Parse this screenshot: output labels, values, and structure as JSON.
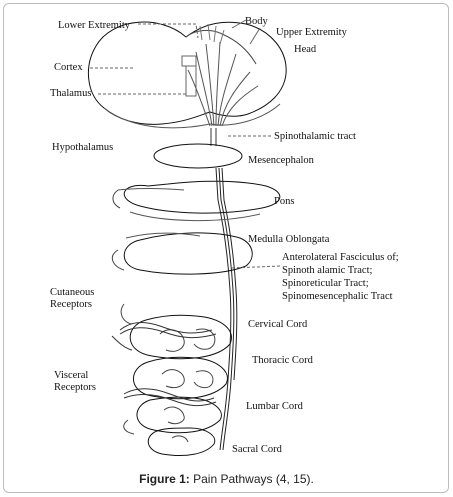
{
  "labels": {
    "lower_extremity": "Lower Extremity",
    "body": "Body",
    "upper_extremity": "Upper Extremity",
    "head": "Head",
    "cortex": "Cortex",
    "thalamus": "Thalamus",
    "spinothalamic_tract": "Spinothalamic tract",
    "hypothalamus": "Hypothalamus",
    "mesencephalon": "Mesencephalon",
    "pons": "Pons",
    "medulla_oblongata": "Medulla Oblongata",
    "anterolateral_1": "Anterolateral Fasciculus of;",
    "anterolateral_2": "Spinoth alamic Tract;",
    "anterolateral_3": "Spinoreticular Tract;",
    "anterolateral_4": "Spinomesencephalic Tract",
    "cutaneous_1": "Cutaneous",
    "cutaneous_2": "Receptors",
    "cervical_cord": "Cervical Cord",
    "thoracic_cord": "Thoracic Cord",
    "visceral_1": "Visceral",
    "visceral_2": "Receptors",
    "lumbar_cord": "Lumbar Cord",
    "sacral_cord": "Sacral Cord"
  },
  "caption": {
    "prefix": "Figure 1:",
    "text": " Pain Pathways (4, 15)."
  }
}
